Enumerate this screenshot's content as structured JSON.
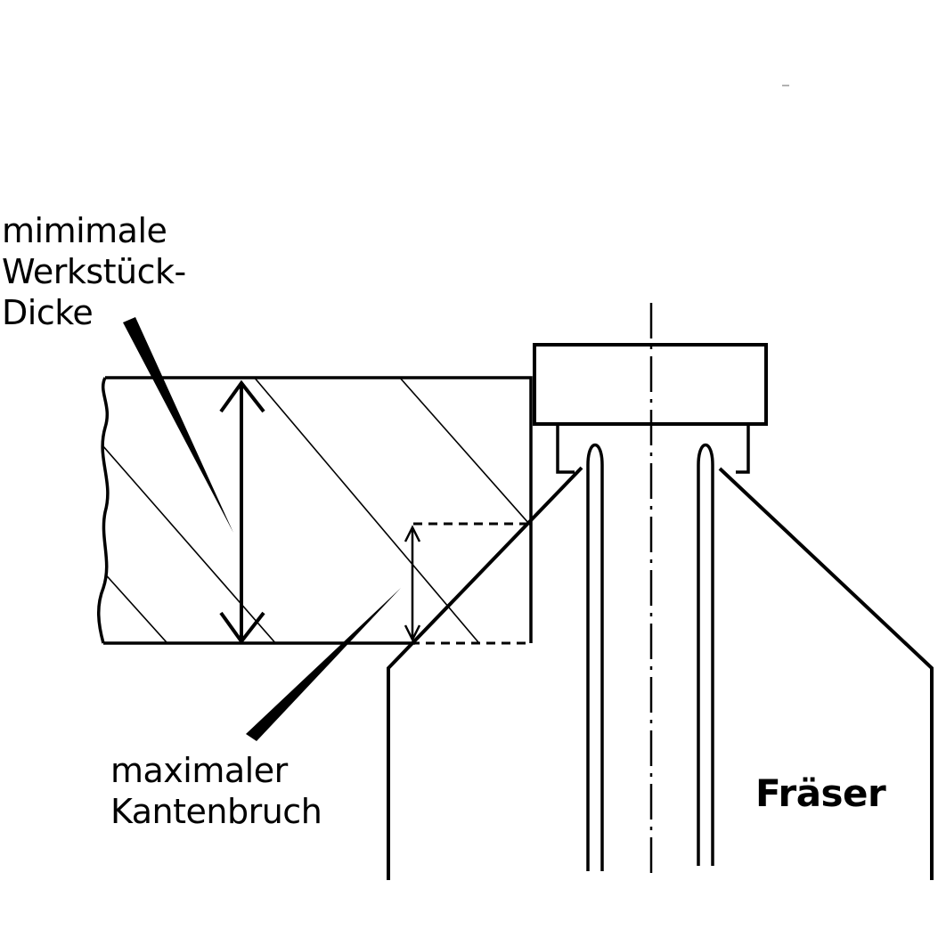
{
  "labels": {
    "min_thickness_line1": "mimimale",
    "min_thickness_line2": "Werkstück-",
    "min_thickness_line3": "Dicke",
    "max_chamfer_line1": "maximaler",
    "max_chamfer_line2": "Kantenbruch",
    "cutter": "Fräser"
  },
  "colors": {
    "stroke": "#000000",
    "background": "#ffffff"
  }
}
